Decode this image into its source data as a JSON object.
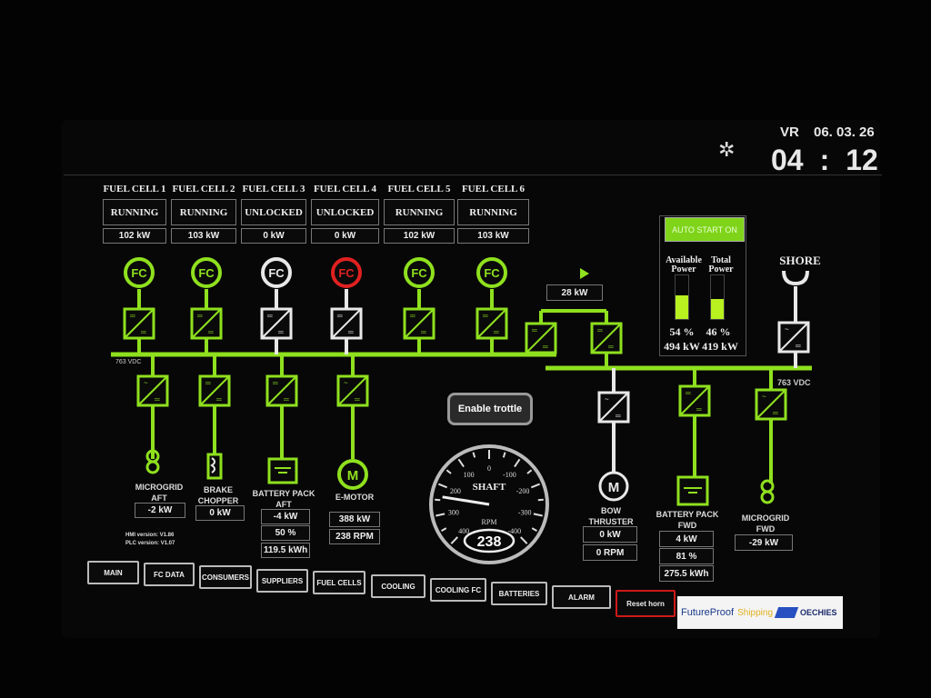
{
  "header": {
    "user": "VR",
    "date": "06. 03. 26",
    "time_h": "04",
    "time_sep": ":",
    "time_m": "12"
  },
  "fuel_cells": [
    {
      "name": "FUEL CELL 1",
      "status": "RUNNING",
      "power": "102 kW",
      "icon": "FC",
      "state_color": "#8fe01e"
    },
    {
      "name": "FUEL CELL 2",
      "status": "RUNNING",
      "power": "103 kW",
      "icon": "FC",
      "state_color": "#8fe01e"
    },
    {
      "name": "FUEL CELL 3",
      "status": "UNLOCKED",
      "power": "0 kW",
      "icon": "FC",
      "state_color": "#e8e8e8"
    },
    {
      "name": "FUEL CELL 4",
      "status": "UNLOCKED",
      "power": "0 kW",
      "icon": "FC",
      "state_color": "#e02020"
    },
    {
      "name": "FUEL CELL 5",
      "status": "RUNNING",
      "power": "102 kW",
      "icon": "FC",
      "state_color": "#8fe01e"
    },
    {
      "name": "FUEL CELL 6",
      "status": "RUNNING",
      "power": "103 kW",
      "icon": "FC",
      "state_color": "#8fe01e"
    }
  ],
  "bus": {
    "left_voltage": "763 VDC",
    "right_voltage": "763 VDC",
    "transfer_power": "28 kW"
  },
  "power_panel": {
    "auto_start": "AUTO START ON",
    "available_label": "Available Power",
    "total_label": "Total Power",
    "available_pct": 54,
    "available_pct_text": "54 %",
    "total_pct": 46,
    "total_pct_text": "46 %",
    "available_kw": "494 kW",
    "total_kw": "419 kW"
  },
  "shore": {
    "label": "SHORE"
  },
  "consumers": {
    "microgrid_aft": {
      "label1": "MICROGRID",
      "label2": "AFT",
      "power": "-2 kW"
    },
    "brake_chopper": {
      "label1": "BRAKE",
      "label2": "CHOPPER",
      "power": "0 kW"
    },
    "battery_aft": {
      "label1": "BATTERY PACK",
      "label2": "AFT",
      "power": "-4 kW",
      "soc": "50 %",
      "energy": "119.5 kWh"
    },
    "e_motor": {
      "label": "E-MOTOR",
      "icon": "M",
      "power": "388 kW",
      "rpm": "238 RPM"
    },
    "bow_thruster": {
      "label1": "BOW",
      "label2": "THRUSTER",
      "icon": "M",
      "power": "0 kW",
      "rpm": "0 RPM"
    },
    "battery_fwd": {
      "label1": "BATTERY PACK",
      "label2": "FWD",
      "power": "4 kW",
      "soc": "81 %",
      "energy": "275.5 kWh"
    },
    "microgrid_fwd": {
      "label1": "MICROGRID",
      "label2": "FWD",
      "power": "-29 kW"
    }
  },
  "versions": {
    "hmi": "HMI version: V1.86",
    "plc": "PLC version: V1.07"
  },
  "throttle_button": "Enable trottle",
  "gauge": {
    "title": "SHAFT",
    "unit": "RPM",
    "value": "238",
    "value_num": 238,
    "ticks_left": [
      "100",
      "200",
      "300",
      "400"
    ],
    "tick_zero": "0",
    "ticks_right": [
      "-100",
      "-200",
      "-300",
      "-400"
    ]
  },
  "nav": [
    "MAIN",
    "FC DATA",
    "CONSUMERS",
    "SUPPLIERS",
    "FUEL CELLS",
    "COOLING",
    "COOLING FC",
    "BATTERIES",
    "ALARM"
  ],
  "reset_horn": "Reset horn",
  "logo": {
    "text1": "FutureProof",
    "text2": "Shipping",
    "text3": "OECHIES"
  },
  "colors": {
    "green": "#8fe01e",
    "white": "#e8e8e8",
    "red": "#e02020"
  }
}
